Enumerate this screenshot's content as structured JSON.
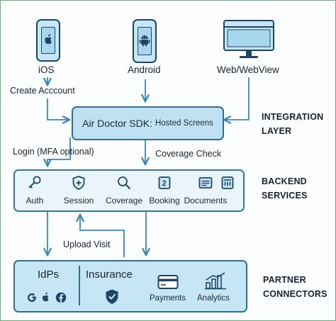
{
  "clients": {
    "ios": "iOS",
    "android": "Android",
    "web": "Web/WebView"
  },
  "flows": {
    "create_account": "Create Acccount",
    "login": "Login (MFA optional)",
    "coverage_check": "Coverage Check",
    "upload_visit": "Upload Visit"
  },
  "sdk": {
    "main": "Air Doctor SDK:",
    "sub": "Hosted Screens"
  },
  "layers": {
    "integration_1": "INTEGRATION",
    "integration_2": "LAYER",
    "backend_1": "BACKEND",
    "backend_2": "SERVICES",
    "partner_1": "PARTNER",
    "partner_2": "CONNECTORS"
  },
  "services": [
    {
      "label": "Auth",
      "icon": "key-icon"
    },
    {
      "label": "Session",
      "icon": "shield-plus-icon"
    },
    {
      "label": "Coverage",
      "icon": "magnifier-icon"
    },
    {
      "label": "Booking",
      "icon": "calendar-icon"
    },
    {
      "label": "Documents",
      "icon": "document-icon"
    },
    {
      "label": "",
      "icon": "bank-icon"
    }
  ],
  "partners": {
    "idps": "IdPs",
    "insurance": "Insurance",
    "payments": "Payments",
    "analytics": "Analytics",
    "idp_icons": [
      "google-icon",
      "apple-icon",
      "facebook-icon"
    ]
  },
  "colors": {
    "arrow": "#3b87b8",
    "dark": "#1e4664",
    "box_fill": "#bfe2f3"
  }
}
